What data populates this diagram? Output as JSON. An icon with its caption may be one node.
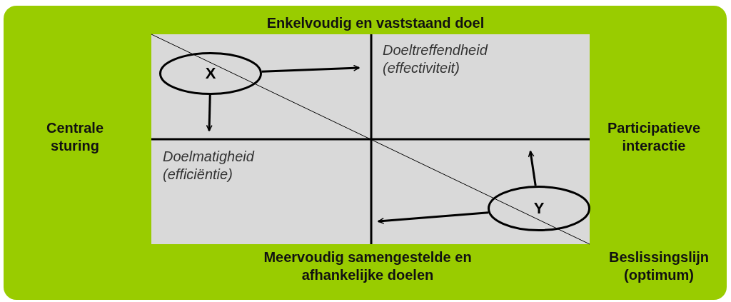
{
  "diagram": {
    "nodes": [
      {
        "text": [
          "X"
        ]
      },
      {
        "text": [
          "Y"
        ]
      }
    ],
    "edges": [
      {
        "from": 0,
        "to": null,
        "arrow": "to"
      },
      {
        "from": 0,
        "to": null,
        "arrow": "to"
      },
      {
        "from": 1,
        "to": null,
        "arrow": "to"
      },
      {
        "from": 1,
        "to": null,
        "arrow": "to"
      }
    ],
    "labels": [
      "Enkelvoudig en vaststaand doel",
      "Doeltreffendheid (effectiviteit)",
      "Centrale sturing",
      "Participatieve interactie",
      "Doelmatigheid (efficiëntie)",
      "Meervoudig samengestelde en afhankelijke doelen",
      "Beslissingslijn (optimum)"
    ]
  }
}
